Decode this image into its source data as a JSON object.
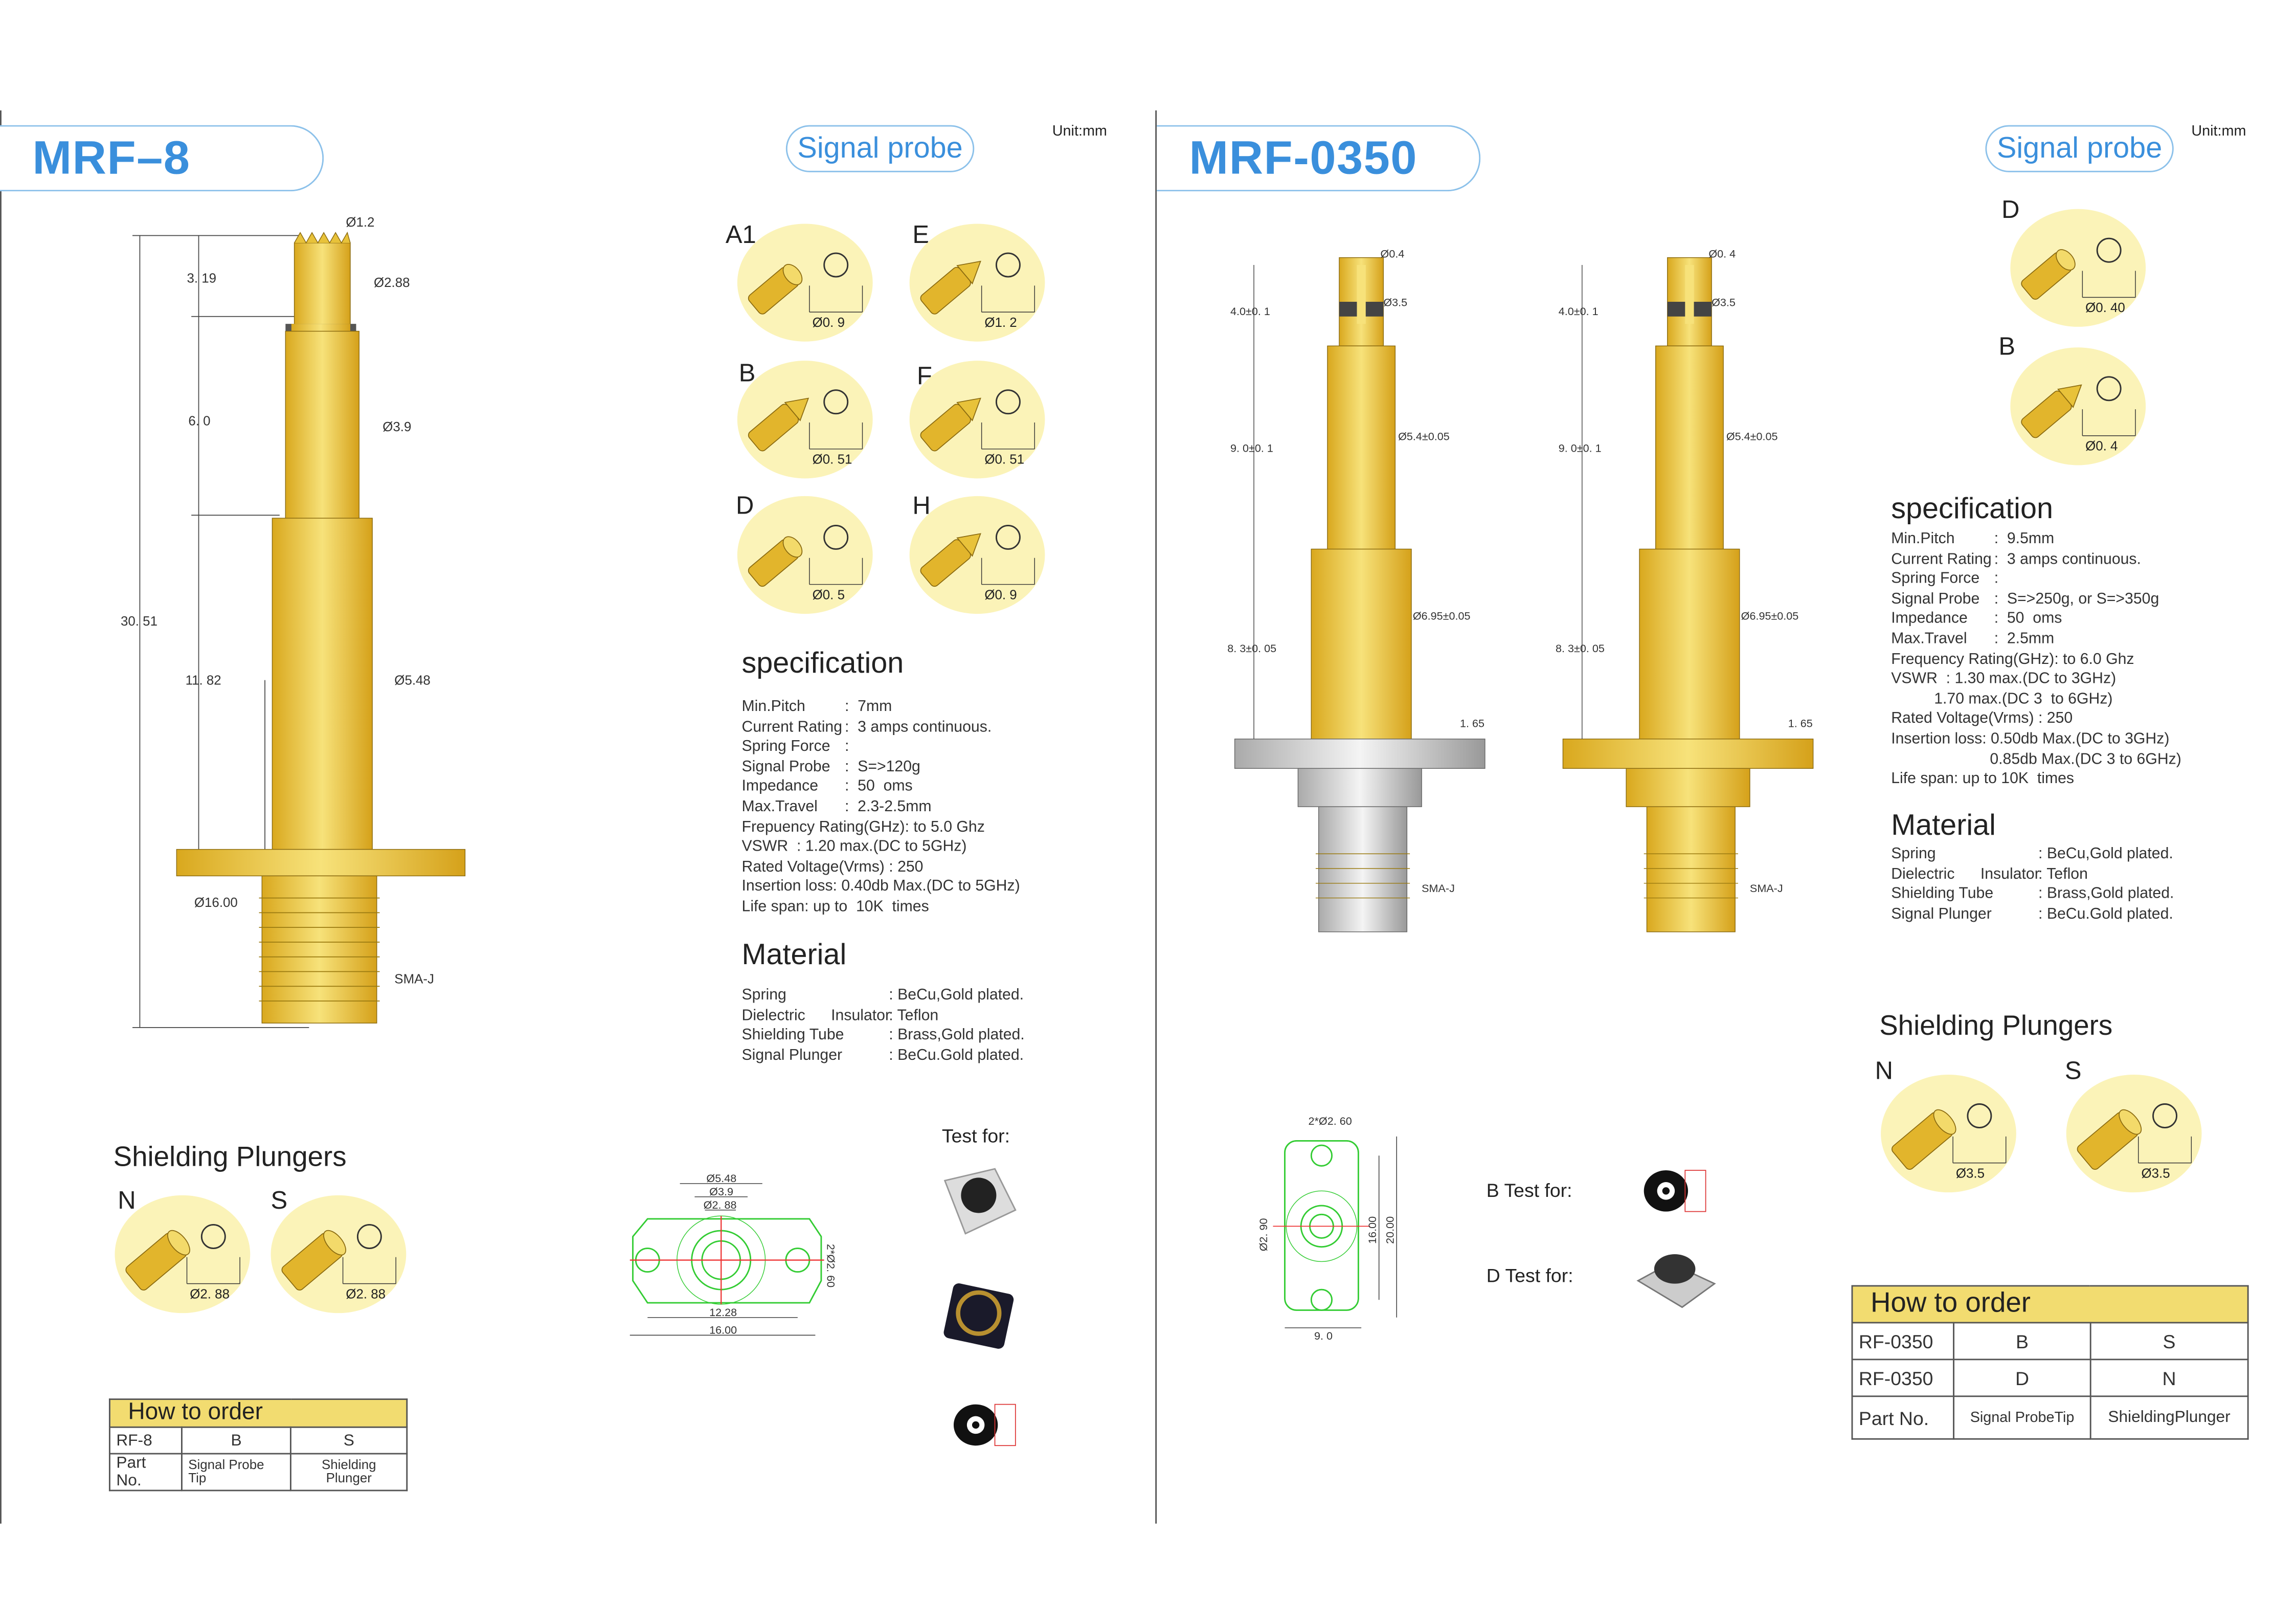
{
  "left": {
    "model": "MRF–8",
    "category": "Signal probe",
    "unit": "Unit:mm",
    "tips": [
      {
        "code": "A1",
        "dia": "Ø0. 9"
      },
      {
        "code": "E",
        "dia": "Ø1. 2"
      },
      {
        "code": "B",
        "dia": "Ø0. 51"
      },
      {
        "code": "F",
        "dia": "Ø0. 51"
      },
      {
        "code": "D",
        "dia": "Ø0. 5"
      },
      {
        "code": "H",
        "dia": "Ø0. 9"
      }
    ],
    "drawing": {
      "d_tip": "Ø1.2",
      "d1": "Ø2.88",
      "d2": "Ø3.9",
      "d3": "Ø5.48",
      "flange": "Ø16.00",
      "thread": "SMA-J",
      "l1": "3. 19",
      "l2": "6. 0",
      "total": "30. 51",
      "l3": "11. 82"
    },
    "spec_title": "specification",
    "spec": [
      {
        "k": "Min.Pitch",
        "v": ":  7mm"
      },
      {
        "k": "Current Rating",
        "v": ":  3 amps continuous."
      },
      {
        "k": "Spring Force",
        "v": ":"
      },
      {
        "k": "Signal Probe",
        "v": ":  S=>120g"
      },
      {
        "k": "Impedance",
        "v": ":  50  oms"
      },
      {
        "k": "Max.Travel",
        "v": ":  2.3-2.5mm"
      },
      {
        "k": "",
        "v": "Frepuency Rating(GHz): to 5.0 Ghz"
      },
      {
        "k": "",
        "v": "VSWR  : 1.20 max.(DC to 5GHz)"
      },
      {
        "k": "",
        "v": "Rated Voltage(Vrms) : 250"
      },
      {
        "k": "",
        "v": "Insertion loss: 0.40db Max.(DC to 5GHz)"
      },
      {
        "k": "",
        "v": "Life span: up to  10K  times"
      }
    ],
    "material_title": "Material",
    "material": [
      {
        "k": "Spring",
        "v": ": BeCu,Gold plated."
      },
      {
        "k": "Dielectric      Insulator",
        "v": ": Teflon"
      },
      {
        "k": "Shielding Tube",
        "v": ": Brass,Gold plated."
      },
      {
        "k": "Signal Plunger",
        "v": ": BeCu.Gold plated."
      }
    ],
    "plungers_title": "Shielding Plungers",
    "plungers": [
      {
        "code": "N",
        "dia": "Ø2. 88"
      },
      {
        "code": "S",
        "dia": "Ø2. 88"
      }
    ],
    "order": {
      "title": "How to order",
      "row1": [
        "RF-8",
        "B",
        "S"
      ],
      "row2": [
        "Part No.",
        "Signal Probe Tip",
        "Shielding Plunger"
      ]
    },
    "footprint": {
      "d1": "Ø5.48",
      "d2": "Ø3.9",
      "d3": "Ø2. 88",
      "holes": "2*Ø2. 60",
      "pitch": "12.28",
      "width": "16.00"
    },
    "test_for": "Test for:"
  },
  "right": {
    "model": "MRF-0350",
    "category": "Signal probe",
    "unit": "Unit:mm",
    "tips": [
      {
        "code": "D",
        "dia": "Ø0. 40"
      },
      {
        "code": "B",
        "dia": "Ø0. 4"
      }
    ],
    "drawing": {
      "d_tip": "Ø0.4",
      "d_tip2": "Ø0. 4",
      "d1": "Ø3.5",
      "d2": "Ø5.4±0.05",
      "d3": "Ø6.95±0.05",
      "l1": "4.0±0. 1",
      "l2": "9. 0±0. 1",
      "l3": "8. 3±0. 05",
      "flange": "1. 65",
      "thread": "SMA-J"
    },
    "spec_title": "specification",
    "spec": [
      {
        "k": "Min.Pitch",
        "v": ":  9.5mm"
      },
      {
        "k": "Current Rating",
        "v": ":  3 amps continuous."
      },
      {
        "k": "Spring Force",
        "v": ":"
      },
      {
        "k": "Signal Probe",
        "v": ":  S=>250g, or S=>350g"
      },
      {
        "k": "Impedance",
        "v": ":  50  oms"
      },
      {
        "k": "Max.Travel",
        "v": ":  2.5mm"
      },
      {
        "k": "",
        "v": "Frequency Rating(GHz): to 6.0 Ghz"
      },
      {
        "k": "",
        "v": "VSWR  : 1.30 max.(DC to 3GHz)"
      },
      {
        "k": "",
        "v": "          1.70 max.(DC 3  to 6GHz)"
      },
      {
        "k": "",
        "v": "Rated Voltage(Vrms) : 250"
      },
      {
        "k": "",
        "v": "Insertion loss: 0.50db Max.(DC to 3GHz)"
      },
      {
        "k": "",
        "v": "                       0.85db Max.(DC 3 to 6GHz)"
      },
      {
        "k": "",
        "v": "Life span: up to 10K  times"
      }
    ],
    "material_title": "Material",
    "material": [
      {
        "k": "Spring",
        "v": ": BeCu,Gold plated."
      },
      {
        "k": "Dielectric      Insulator",
        "v": ": Teflon"
      },
      {
        "k": "Shielding Tube",
        "v": ": Brass,Gold plated."
      },
      {
        "k": "Signal Plunger",
        "v": ": BeCu.Gold plated."
      }
    ],
    "plungers_title": "Shielding Plungers",
    "plungers": [
      {
        "code": "N",
        "dia": "Ø3.5"
      },
      {
        "code": "S",
        "dia": "Ø3.5"
      }
    ],
    "order": {
      "title": "How to order",
      "row1": [
        "RF-0350",
        "B",
        "S"
      ],
      "row2": [
        "RF-0350",
        "D",
        "N"
      ],
      "row3": [
        "Part No.",
        "Signal ProbeTip",
        "ShieldingPlunger"
      ]
    },
    "footprint": {
      "holes": "2*Ø2. 60",
      "h1": "Ø2. 90",
      "h2": "16.00",
      "h3": "20.00",
      "w": "9. 0"
    },
    "test_b": "B  Test for:",
    "test_d": "D  Test for:"
  },
  "colors": {
    "accent": "#3a8fdc",
    "gold": "#e8c23a",
    "tip_bg": "#fbf3b8",
    "order_header": "#f2dc70"
  }
}
